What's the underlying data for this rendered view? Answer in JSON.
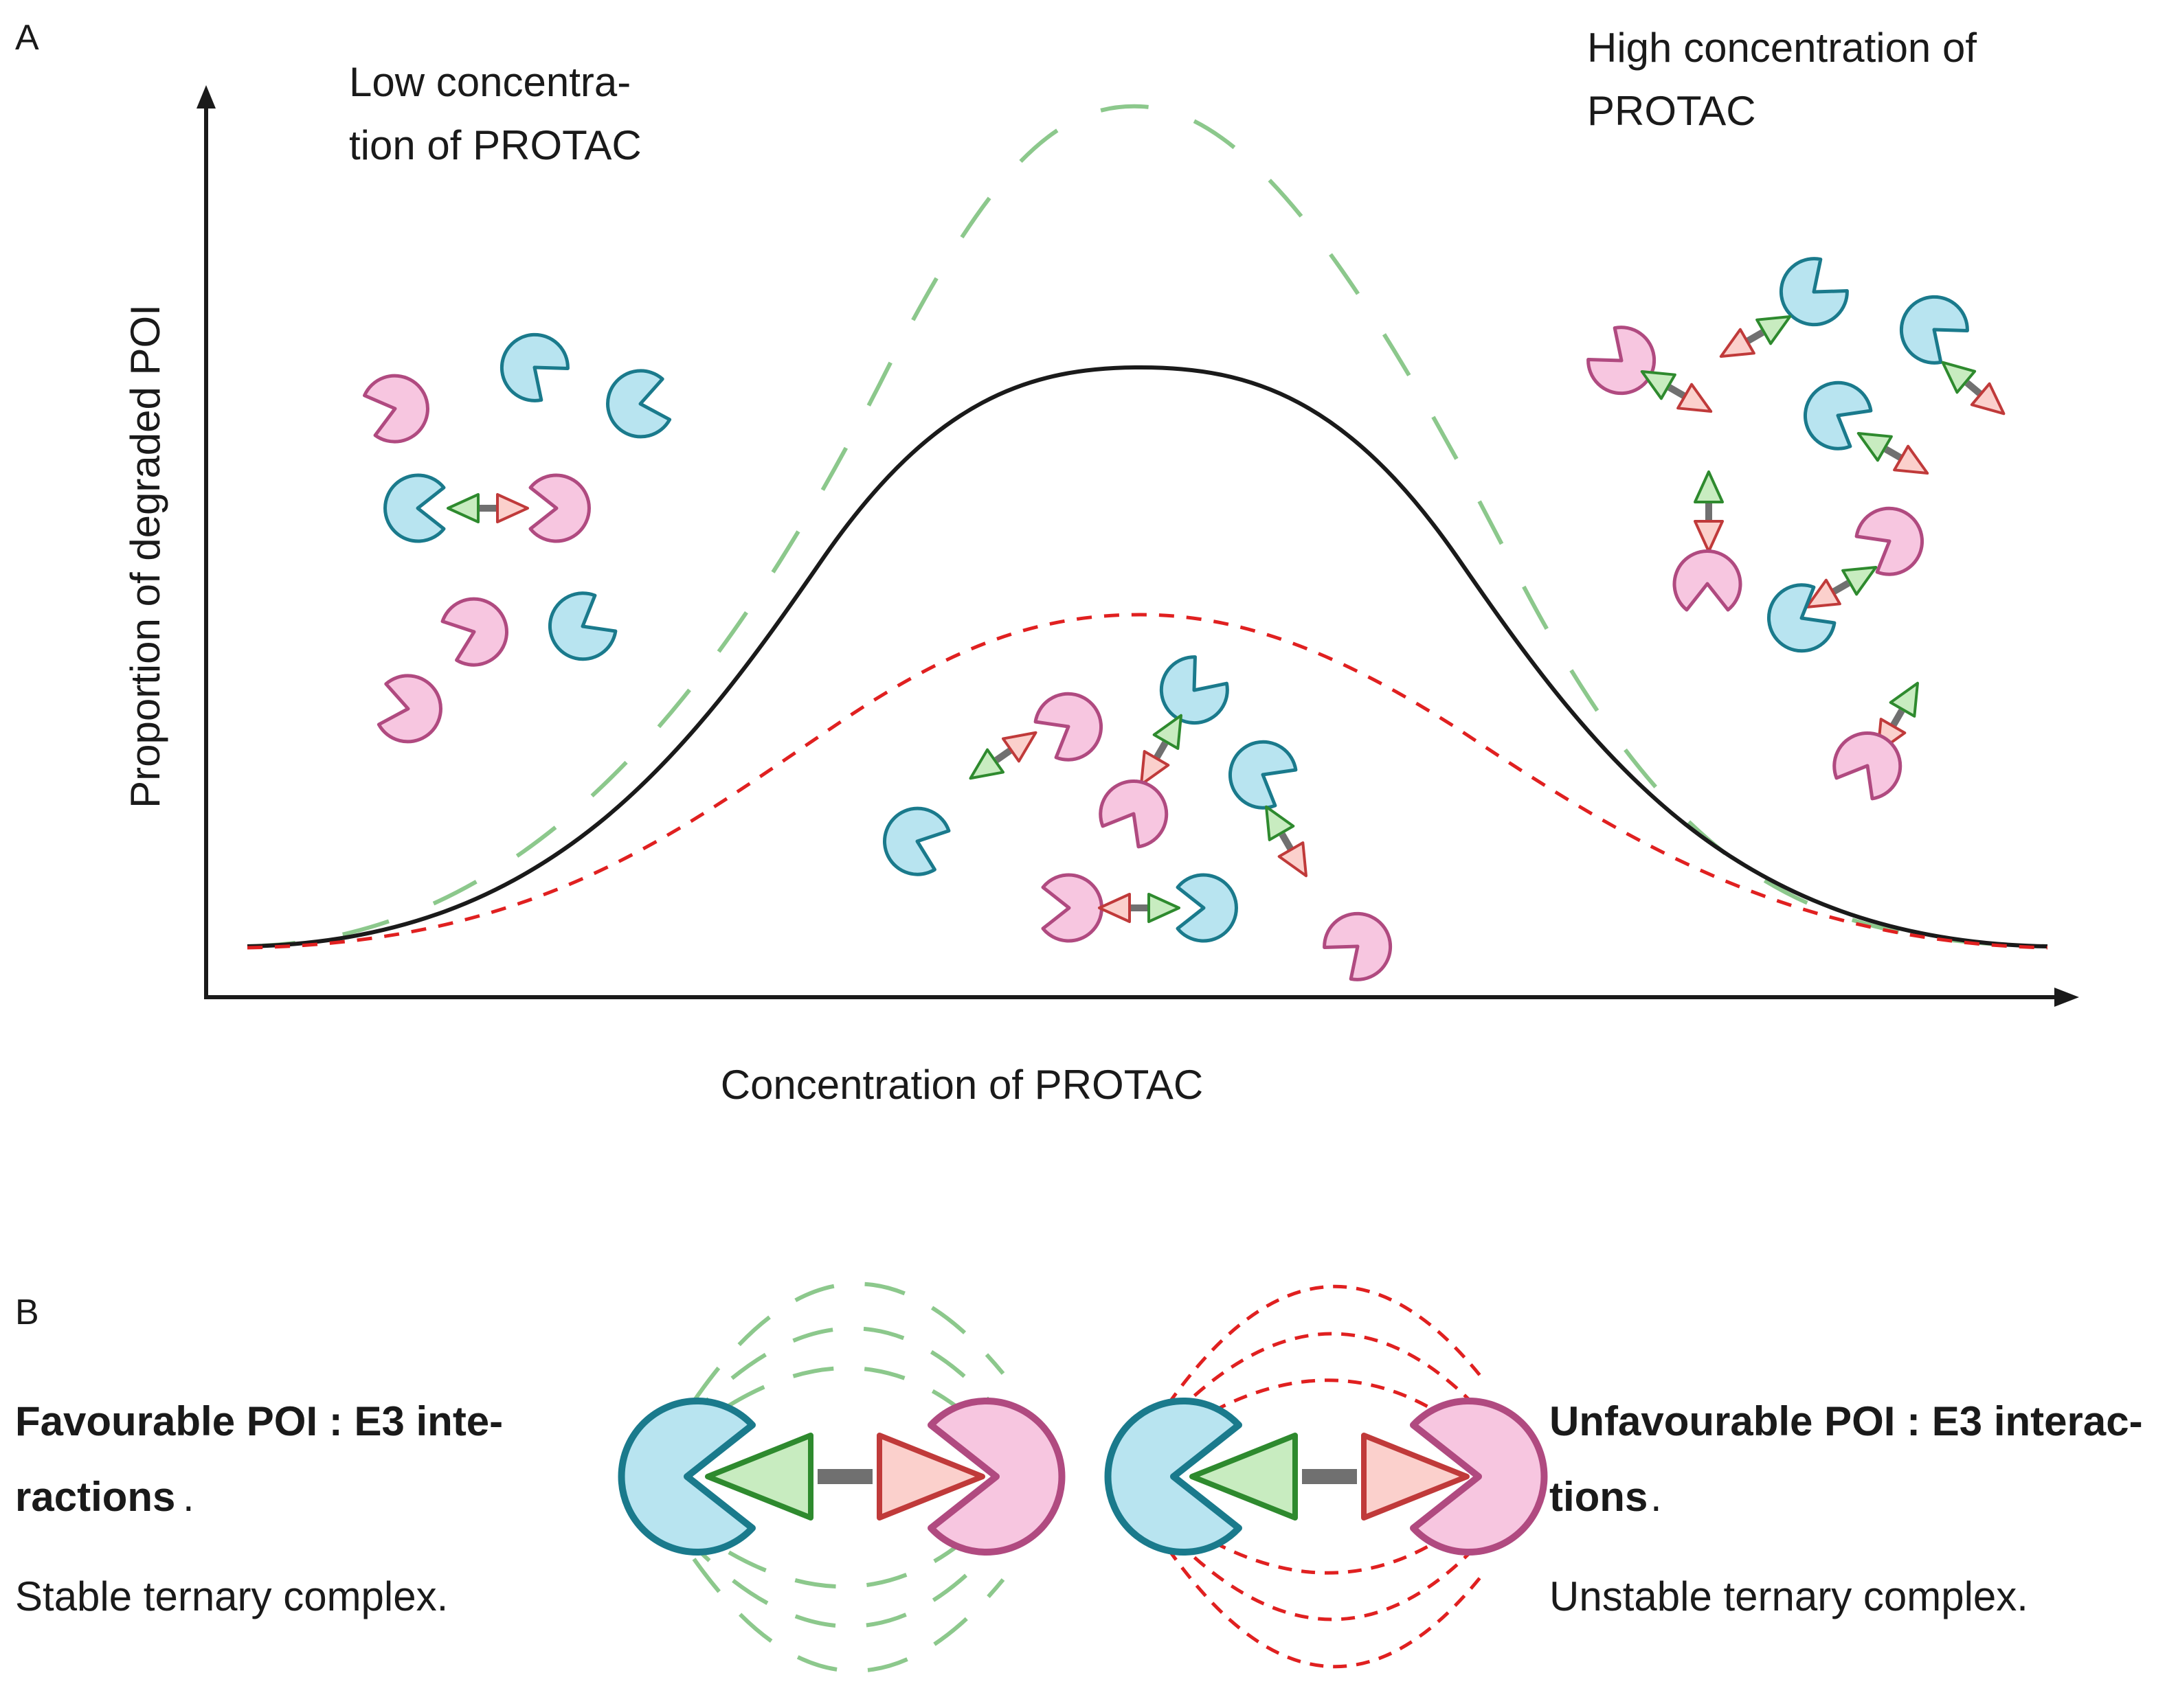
{
  "panel_a": {
    "label": "A",
    "low_text": [
      "Low concentra-",
      "tion of PROTAC"
    ],
    "high_text": [
      "High concentration of",
      "PROTAC"
    ],
    "xlabel": "Concentration of PROTAC",
    "ylabel": "Proportion of degraded POI"
  },
  "panel_b": {
    "label": "B",
    "favourable_title": [
      "Favourable POI : E3 inte-",
      "ractions"
    ],
    "favourable_period": ".",
    "favourable_desc": "Stable ternary complex.",
    "unfavourable_title": [
      "Unfavourable POI : E3 interac-",
      "tions"
    ],
    "unfavourable_period": ".",
    "unfavourable_desc": "Unstable ternary complex."
  },
  "colors": {
    "e3_fill": "#b8e4f0",
    "e3_stroke": "#1a7a8c",
    "poi_fill": "#f7c6e0",
    "poi_stroke": "#b04a80",
    "ligand_green_fill": "#c8ecc0",
    "ligand_green_stroke": "#2e8a2e",
    "ligand_red_fill": "#fbd0cc",
    "ligand_red_stroke": "#c03a3a",
    "stable_curve": "#8cc88c",
    "unstable_curve": "#e02020",
    "axis": "#1a1a1a"
  }
}
